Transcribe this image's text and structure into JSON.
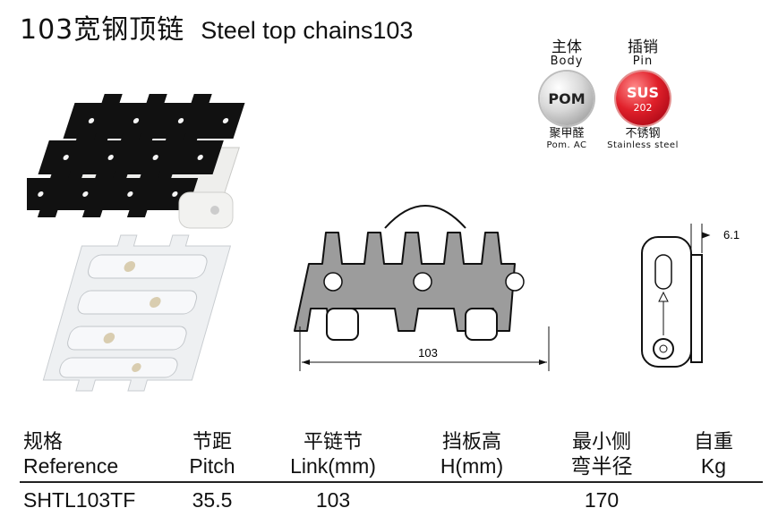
{
  "header": {
    "title_cn": "103宽钢顶链",
    "title_en": "Steel top chains103"
  },
  "materials": {
    "body": {
      "label_cn": "主体",
      "label_en": "Body",
      "badge": "POM",
      "caption_cn": "聚甲醛",
      "caption_en": "Pom. AC"
    },
    "pin": {
      "label_cn": "插销",
      "label_en": "Pin",
      "badge": "SUS",
      "badge_sub": "202",
      "caption_cn": "不锈钢",
      "caption_en": "Stainless steel"
    }
  },
  "drawing": {
    "width_dim": "103",
    "thickness_dim": "6.1"
  },
  "spec_table": {
    "columns": [
      {
        "cn": "规格",
        "en": "Reference"
      },
      {
        "cn": "节距",
        "en": "Pitch"
      },
      {
        "cn": "平链节",
        "en": "Link(mm)"
      },
      {
        "cn": "挡板高",
        "en": "H(mm)"
      },
      {
        "cn": "最小侧",
        "en": "弯半径"
      },
      {
        "cn": "自重",
        "en": "Kg"
      }
    ],
    "rows": [
      [
        "SHTL103TF",
        "35.5",
        "103",
        "",
        "170",
        ""
      ]
    ]
  },
  "colors": {
    "accent_pom": "#9a9a9a",
    "accent_sus": "#e0202a",
    "plate": "#111111",
    "body": "#f4f4f2",
    "drawing_fill": "#9c9c9c"
  }
}
